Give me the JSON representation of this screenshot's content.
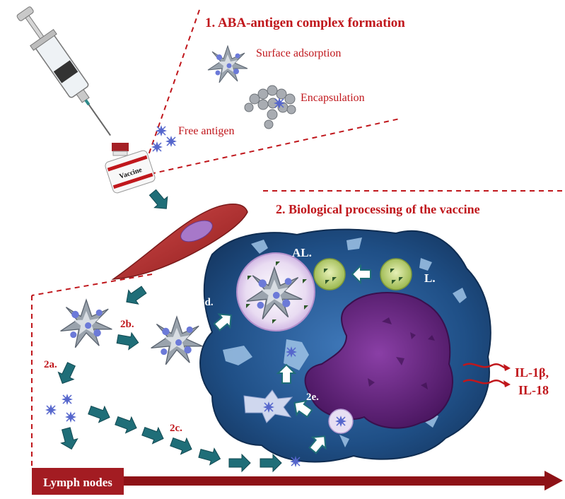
{
  "section1": {
    "title": "1. ABA-antigen complex formation",
    "surface": "Surface adsorption",
    "encapsulation": "Encapsulation",
    "free": "Free antigen"
  },
  "section2": {
    "title": "2. Biological processing of the vaccine"
  },
  "vaccine_label": "Vaccine",
  "steps": {
    "a": "2a.",
    "b": "2b.",
    "c": "2c.",
    "d": "2d.",
    "e": "2e."
  },
  "organelles": {
    "al": "AL.",
    "l": "L."
  },
  "cytokines": {
    "il1": "IL-1β,",
    "il18": "IL-18"
  },
  "lymph": "Lymph nodes",
  "colors": {
    "accent": "#c0171c",
    "arrow": "#1f6e78",
    "cell": "#1f4f86",
    "nucleus": "#5b1f73",
    "lysosome": "#b9cf6e",
    "lymph_bar": "#8e1217"
  }
}
